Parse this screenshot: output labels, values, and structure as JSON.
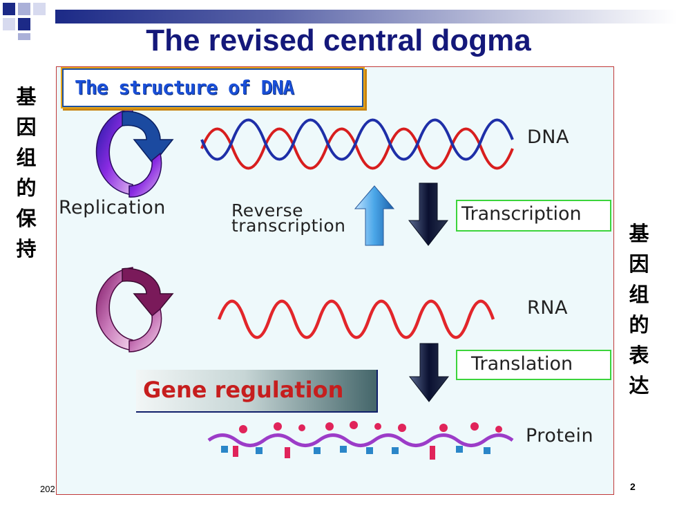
{
  "slide": {
    "title": "The revised central dogma",
    "left_vertical": [
      "基",
      "因",
      "组",
      "的",
      "保",
      "持"
    ],
    "right_vertical": [
      "基",
      "因",
      "组",
      "的",
      "表",
      "达"
    ],
    "footer_date": "202",
    "page_number": "2"
  },
  "figure": {
    "callout": "The structure of DNA",
    "gene_regulation": "Gene regulation",
    "labels": {
      "dna": "DNA",
      "rna": "RNA",
      "protein": "Protein",
      "replication": "Replication",
      "reverse_line1": "Reverse",
      "reverse_line2": "transcription",
      "transcription": "Transcription",
      "translation": "Translation"
    }
  },
  "colors": {
    "title": "#14187a",
    "dna_strand_red": "#d81e1e",
    "dna_strand_blue": "#1e2fa8",
    "rna_strand": "#e2262b",
    "gene_regulation_text": "#c61e1e",
    "highlight_box": "#3bd43b",
    "callout_border": "#e8a61a"
  },
  "icons": [
    "cycle-arrow-purple-icon",
    "cycle-arrow-pink-icon",
    "up-arrow-icon",
    "down-arrow-icon"
  ]
}
